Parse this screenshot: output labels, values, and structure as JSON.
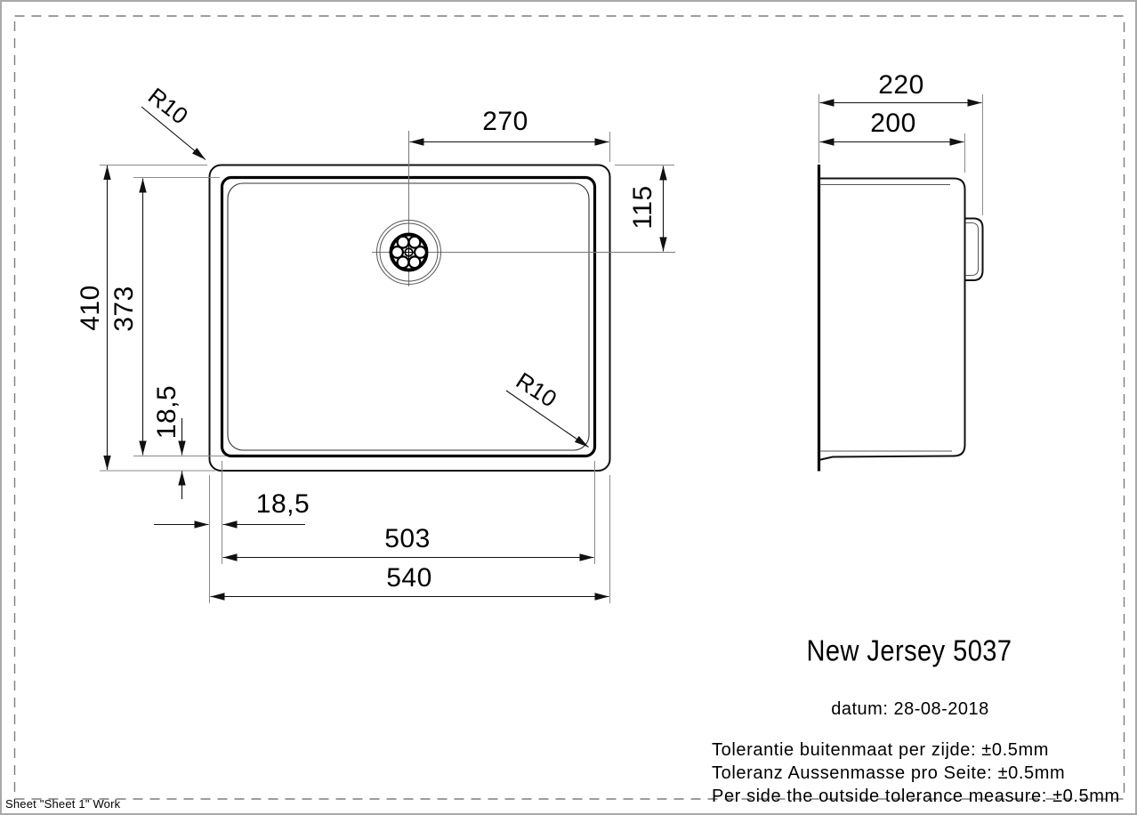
{
  "drawing": {
    "plan_view": {
      "dim_outer_width": "540",
      "dim_basin_width": "503",
      "dim_outer_height": "410",
      "dim_basin_height": "373",
      "dim_flange_horizontal": "18,5",
      "dim_flange_vertical": "18,5",
      "dim_drain_from_right_edge": "270",
      "dim_drain_from_top_edge": "115",
      "radius_top_left": "R10",
      "radius_bottom_right": "R10"
    },
    "side_view": {
      "dim_depth_overall": "220",
      "dim_depth_basin": "200"
    },
    "title_block": {
      "model": "New Jersey 5037",
      "date": "datum: 28-08-2018",
      "tolerance_nl": "Tolerantie buitenmaat per zijde: ±0.5mm",
      "tolerance_de": "Toleranz Aussenmasse pro Seite: ±0.5mm",
      "tolerance_en": "Per side the outside tolerance measure: ±0.5mm"
    },
    "status_bar": {
      "text": "Sheet \"Sheet 1\" Work"
    }
  }
}
